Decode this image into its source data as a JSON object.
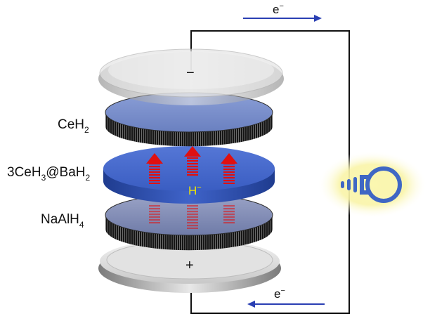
{
  "electron_label": "e",
  "electron_sup": "−",
  "anode_sign": "−",
  "cathode_sign": "+",
  "layers": {
    "top": {
      "main": "CeH",
      "sub": "2"
    },
    "middle": {
      "p1": "3CeH",
      "s1": "3",
      "p2": "@BaH",
      "s2": "2"
    },
    "bottom": {
      "main": "NaAlH",
      "sub": "4"
    }
  },
  "ion_label": "H",
  "ion_sup": "−",
  "colors": {
    "wire": "#111111",
    "arrow": "#2a3fb3",
    "electrolyte": "#3f63c9",
    "electrode_top": "#6f86c6",
    "electrode_bottom": "#7f8bb8",
    "ion_arrow": "#e01010",
    "ion_text": "#f2e500",
    "bulb": "#3f67c4",
    "bulb_glow": "#f7f3a0"
  },
  "icons": [
    "lightbulb-icon"
  ]
}
